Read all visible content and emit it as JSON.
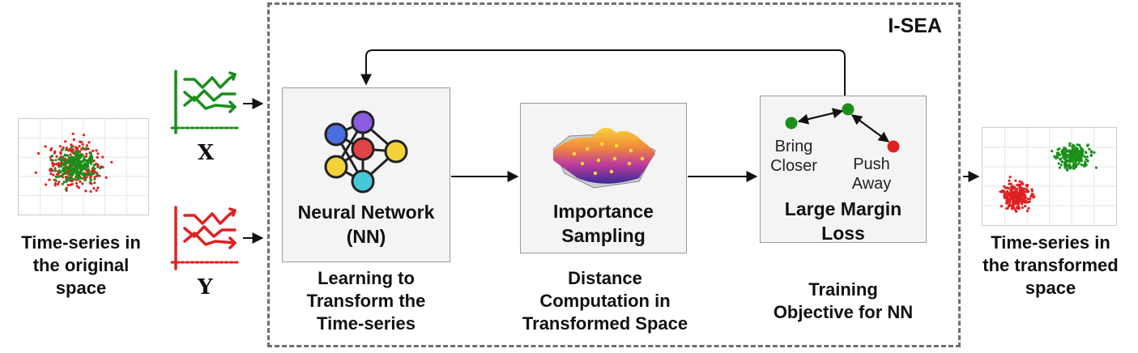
{
  "frame": {
    "title": "I-SEA"
  },
  "left": {
    "caption": [
      "Time-series in",
      "the original",
      "space"
    ],
    "x_label": "X",
    "y_label": "Y"
  },
  "stages": {
    "nn": {
      "label": [
        "Neural Network",
        "(NN)"
      ],
      "caption": [
        "Learning to",
        "Transform the",
        "Time-series"
      ]
    },
    "sampling": {
      "label": [
        "Importance",
        "Sampling"
      ],
      "caption": [
        "Distance",
        "Computation in",
        "Transformed Space"
      ]
    },
    "loss": {
      "label": [
        "Large Margin",
        "Loss"
      ],
      "caption": [
        "Training",
        "Objective for NN"
      ],
      "bring": [
        "Bring",
        "Closer"
      ],
      "push": [
        "Push",
        "Away"
      ]
    }
  },
  "right": {
    "caption": [
      "Time-series in",
      "the transformed",
      "space"
    ]
  },
  "colors": {
    "green": "#1a8f1a",
    "red": "#e02020",
    "frame": "#6e6e6e"
  }
}
